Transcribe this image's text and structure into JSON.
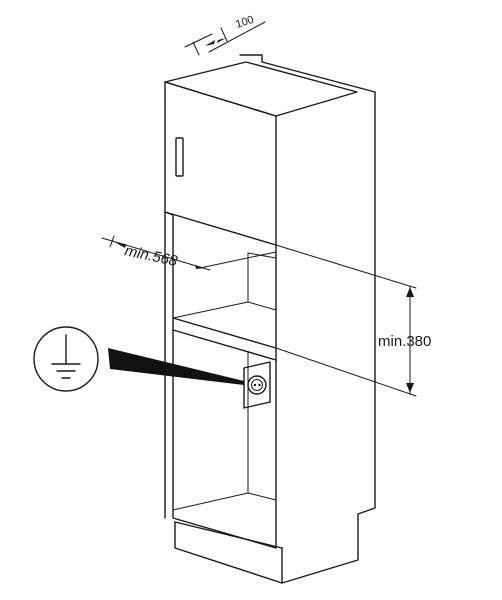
{
  "dimensions": {
    "top_depth": "100",
    "niche_width": "min.568",
    "niche_height": "min.380"
  },
  "icons": {
    "ground_symbol": "ground-icon",
    "socket": "power-socket-icon"
  },
  "colors": {
    "line": "#1a1a1a",
    "background": "#ffffff"
  }
}
